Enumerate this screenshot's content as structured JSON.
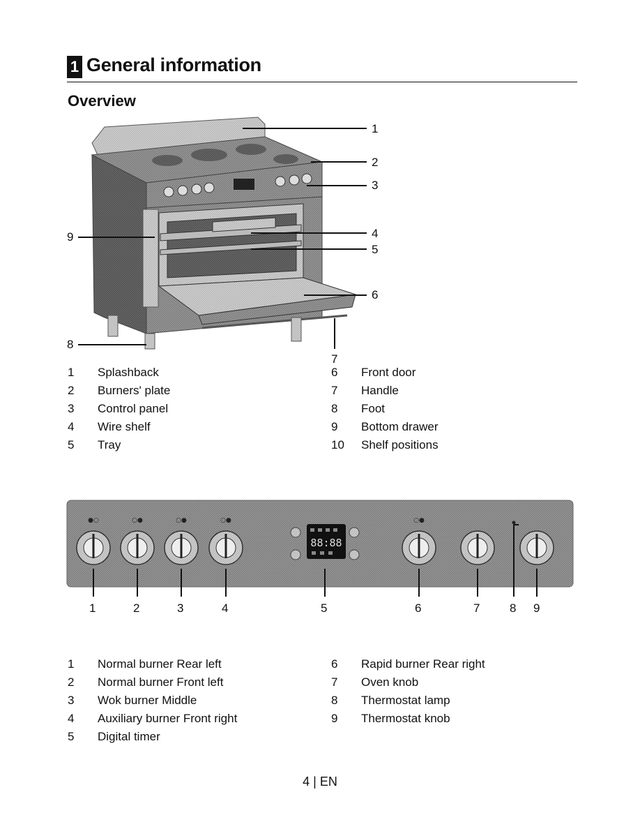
{
  "chapter": {
    "number": "1",
    "title": "General information"
  },
  "section_title": "Overview",
  "overview_callouts": [
    "1",
    "2",
    "3",
    "4",
    "5",
    "6",
    "7",
    "8",
    "9"
  ],
  "overview_legend_left": [
    {
      "num": "1",
      "label": "Splashback"
    },
    {
      "num": "2",
      "label": "Burners' plate"
    },
    {
      "num": "3",
      "label": "Control panel"
    },
    {
      "num": "4",
      "label": "Wire shelf"
    },
    {
      "num": "5",
      "label": "Tray"
    }
  ],
  "overview_legend_right": [
    {
      "num": "6",
      "label": "Front door"
    },
    {
      "num": "7",
      "label": "Handle"
    },
    {
      "num": "8",
      "label": "Foot"
    },
    {
      "num": "9",
      "label": "Bottom drawer"
    },
    {
      "num": "10",
      "label": "Shelf positions"
    }
  ],
  "panel_callouts": [
    "1",
    "2",
    "3",
    "4",
    "5",
    "6",
    "7",
    "8",
    "9"
  ],
  "timer_display": "88:88",
  "panel_legend_left": [
    {
      "num": "1",
      "label": "Normal burner Rear left"
    },
    {
      "num": "2",
      "label": "Normal burner Front left"
    },
    {
      "num": "3",
      "label": "Wok burner Middle"
    },
    {
      "num": "4",
      "label": "Auxiliary burner Front right"
    },
    {
      "num": "5",
      "label": "Digital timer"
    }
  ],
  "panel_legend_right": [
    {
      "num": "6",
      "label": "Rapid burner Rear right"
    },
    {
      "num": "7",
      "label": "Oven knob"
    },
    {
      "num": "8",
      "label": "Thermostat lamp"
    },
    {
      "num": "9",
      "label": "Thermostat knob"
    }
  ],
  "footer": {
    "page": "4",
    "separator": "|",
    "lang": "EN"
  }
}
